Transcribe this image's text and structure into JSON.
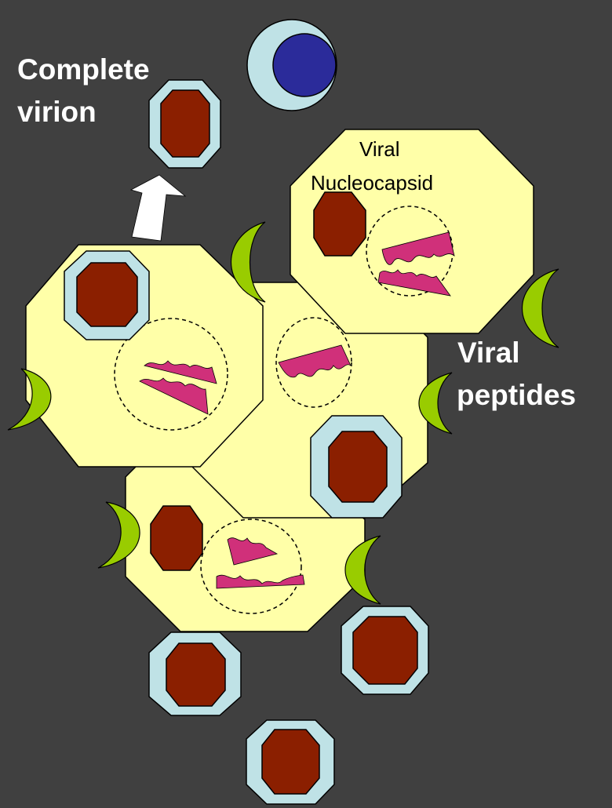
{
  "labels": {
    "complete_virion": [
      "Complete",
      "virion"
    ],
    "viral_nucleocapsid": [
      "Viral",
      "Nucleocapsid"
    ],
    "viral_peptides": [
      "Viral",
      "peptides"
    ]
  },
  "colors": {
    "background": "#404040",
    "cell_fill": "#ffffa8",
    "nucleocapsid": "#8b1f00",
    "envelope": "#bfe2e6",
    "peptide": "#d0307a",
    "mhc": "#99cc00",
    "immune_cell_nucleus": "#2b2b9a",
    "arrow": "#ffffff"
  },
  "icons": {
    "cell": "octagon",
    "nucleocapsid": "small-octagon",
    "virion": "enveloped-octagon",
    "mhc": "crescent",
    "peptide": "wavy-strand",
    "immune_cell": "circle-with-nucleus",
    "release_arrow": "up-arrow"
  }
}
